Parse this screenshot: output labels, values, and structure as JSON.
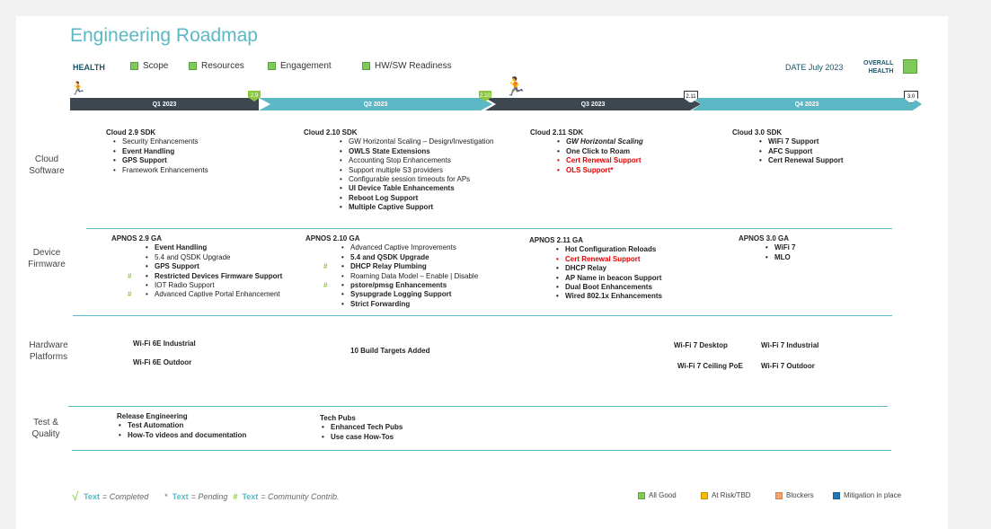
{
  "title": "Engineering Roadmap",
  "health": {
    "label": "HEALTH",
    "items": [
      {
        "label": "Scope",
        "color": "#7fca5a"
      },
      {
        "label": "Resources",
        "color": "#7fca5a"
      },
      {
        "label": "Engagement",
        "color": "#7fca5a"
      },
      {
        "label": "HW/SW Readiness",
        "color": "#7fca5a"
      }
    ],
    "date": "DATE July 2023",
    "overall_line1": "OVERALL",
    "overall_line2": "HEALTH",
    "overall_color": "#7fca5a"
  },
  "timeline": {
    "quarters": [
      "Q1 2023",
      "Q2 2023",
      "Q3 2023",
      "Q4 2023"
    ],
    "milestones": [
      "2.9",
      "2.10",
      "2.11",
      "3.0"
    ]
  },
  "rows": {
    "cloud": {
      "label_1": "Cloud",
      "label_2": "Software",
      "blocks": [
        {
          "heading": "Cloud 2.9  SDK",
          "items": [
            {
              "text": "Security Enhancements",
              "style": ""
            },
            {
              "text": "Event Handling",
              "style": "b"
            },
            {
              "text": "GPS Support",
              "style": "b"
            },
            {
              "text": "Framework Enhancements",
              "style": ""
            }
          ]
        },
        {
          "heading": "Cloud 2.10 SDK",
          "items": [
            {
              "text": "GW Horizontal Scaling – Design/Investigation",
              "style": ""
            },
            {
              "text": "OWLS State Extensions",
              "style": "b"
            },
            {
              "text": "Accounting Stop Enhancements",
              "style": ""
            },
            {
              "text": "Support multiple S3 providers",
              "style": ""
            },
            {
              "text": "Configurable session timeouts for APs",
              "style": ""
            },
            {
              "text": "UI Device Table Enhancements",
              "style": "b"
            },
            {
              "text": "Reboot Log Support",
              "style": "b"
            },
            {
              "text": "Multiple Captive Support",
              "style": "b"
            }
          ]
        },
        {
          "heading": "Cloud 2.11 SDK",
          "items": [
            {
              "text": "GW Horizontal Scaling",
              "style": "b i"
            },
            {
              "text": "One Click to Roam",
              "style": "b"
            },
            {
              "text": "Cert Renewal Support",
              "style": "red"
            },
            {
              "text": "OLS Support*",
              "style": "red"
            }
          ]
        },
        {
          "heading": "Cloud 3.0 SDK",
          "items": [
            {
              "text": "WiFi 7 Support",
              "style": "b"
            },
            {
              "text": "AFC Support",
              "style": "b"
            },
            {
              "text": "Cert Renewal Support",
              "style": "b"
            }
          ]
        }
      ]
    },
    "firmware": {
      "label_1": "Device",
      "label_2": "Firmware",
      "blocks": [
        {
          "heading": "APNOS 2.9 GA",
          "items": [
            {
              "text": "Event Handling",
              "style": "b",
              "mark": ""
            },
            {
              "text": "5.4 and QSDK Upgrade",
              "style": "",
              "mark": ""
            },
            {
              "text": "GPS Support",
              "style": "b",
              "mark": ""
            },
            {
              "text": "Restricted Devices Firmware Support",
              "style": "b",
              "mark": "#"
            },
            {
              "text": "IOT Radio Support",
              "style": "",
              "mark": ""
            },
            {
              "text": "Advanced Captive Portal Enhancement",
              "style": "",
              "mark": "#"
            }
          ]
        },
        {
          "heading": "APNOS 2.10 GA",
          "items": [
            {
              "text": "Advanced Captive Improvements",
              "style": "",
              "mark": ""
            },
            {
              "text": "5.4 and QSDK Upgrade",
              "style": "b",
              "mark": ""
            },
            {
              "text": "DHCP Relay Plumbing",
              "style": "b",
              "mark": "#"
            },
            {
              "text": "Roaming Data Model – Enable | Disable",
              "style": "",
              "mark": ""
            },
            {
              "text": "pstore/pmsg Enhancements",
              "style": "b",
              "mark": "#"
            },
            {
              "text": "Sysupgrade Logging Support",
              "style": "b",
              "mark": ""
            },
            {
              "text": "Strict Forwarding",
              "style": "b",
              "mark": ""
            }
          ]
        },
        {
          "heading": "APNOS 2.11 GA",
          "items": [
            {
              "text": "Hot Configuration Reloads",
              "style": "b",
              "mark": ""
            },
            {
              "text": "Cert Renewal Support",
              "style": "red",
              "mark": ""
            },
            {
              "text": "DHCP Relay",
              "style": "b",
              "mark": ""
            },
            {
              "text": "AP Name in beacon Support",
              "style": "b",
              "mark": ""
            },
            {
              "text": "Dual Boot Enhancements",
              "style": "b",
              "mark": ""
            },
            {
              "text": "Wired 802.1x Enhancements",
              "style": "b",
              "mark": ""
            }
          ]
        },
        {
          "heading": "APNOS 3.0 GA",
          "items": [
            {
              "text": "WiFi 7",
              "style": "b",
              "mark": ""
            },
            {
              "text": "MLO",
              "style": "b",
              "mark": ""
            }
          ]
        }
      ]
    },
    "hardware": {
      "label_1": "Hardware",
      "label_2": "Platforms",
      "items": [
        "Wi-Fi 6E Industrial",
        "Wi-Fi 6E Outdoor",
        "10 Build Targets Added",
        "Wi-Fi 7 Desktop",
        "Wi-Fi 7 Industrial",
        "Wi-Fi 7 Ceiling PoE",
        "Wi-Fi 7 Outdoor"
      ]
    },
    "quality": {
      "label_1": "Test &",
      "label_2": "Quality",
      "blocks": [
        {
          "heading": "Release Engineering",
          "items": [
            "Test Automation",
            "How-To videos and documentation"
          ]
        },
        {
          "heading": "Tech Pubs",
          "items": [
            "Enhanced Tech Pubs",
            "Use case How-Tos"
          ]
        }
      ]
    }
  },
  "footer": {
    "text_word": "Text",
    "completed": "= Completed",
    "pending": "= Pending",
    "community": "= Community Contrib.",
    "legend": [
      {
        "label": "All Good",
        "color": "#7fca5a"
      },
      {
        "label": "At Risk/TBD",
        "color": "#f5b800"
      },
      {
        "label": "Blockers",
        "color": "#f5a56b"
      },
      {
        "label": "Mitigation in place",
        "color": "#1f77b4"
      }
    ]
  }
}
